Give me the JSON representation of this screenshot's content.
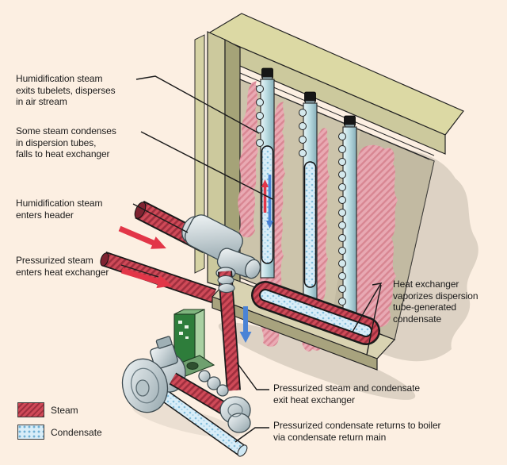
{
  "figure": {
    "background": "#fcefe2",
    "subject": "humidification-steam-system-diagram"
  },
  "callouts": [
    {
      "id": "exits-tubelets",
      "text": "Humidification steam\nexits tubelets, disperses\nin air stream"
    },
    {
      "id": "condenses",
      "text": "Some steam condenses\nin dispersion tubes,\nfalls to heat exchanger"
    },
    {
      "id": "enters-header",
      "text": "Humidification steam\nenters header"
    },
    {
      "id": "enters-hx",
      "text": "Pressurized steam\nenters heat exchanger"
    },
    {
      "id": "hx-vaporizes",
      "text": "Heat exchanger\nvaporizes dispersion\ntube-generated\ncondensate"
    },
    {
      "id": "exit-hx",
      "text": "Pressurized steam and condensate\nexit heat exchanger"
    },
    {
      "id": "returns-boiler",
      "text": "Pressurized condensate returns to boiler\nvia condensate return main"
    }
  ],
  "legend": {
    "items": [
      {
        "label": "Steam",
        "color": "#cf4a58"
      },
      {
        "label": "Condensate",
        "color": "#d8edf8"
      }
    ]
  },
  "colors": {
    "steam": "#cf4a58",
    "steam_dark": "#9e2f3e",
    "condensate": "#d8edf8",
    "condensate_dot": "#86bfdd",
    "steam_cloud": "#eba9b4",
    "duct_frame": "#ccc99d",
    "duct_panel": "#ccc4ab",
    "metal": "#c3ced2",
    "valve_green": "#2e7d3b",
    "arrow_red": "#e23648",
    "arrow_blue": "#4a83d6",
    "text": "#1b1b1b",
    "background": "#fcefe2"
  }
}
